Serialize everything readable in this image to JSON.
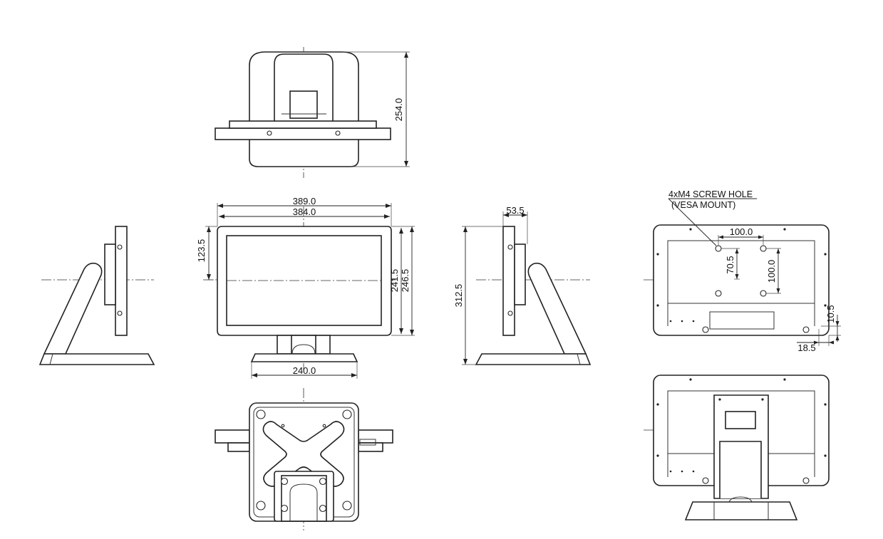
{
  "drawing": {
    "dimensions": {
      "top_view_depth": "254.0",
      "overall_width": "389.0",
      "screen_width": "384.0",
      "center_height": "123.5",
      "screen_height": "241.5",
      "overall_height": "246.5",
      "stand_width": "240.0",
      "side_depth": "53.5",
      "total_height": "312.5",
      "vesa_horizontal": "100.0",
      "vesa_vertical_inner": "70.5",
      "vesa_vertical": "100.0",
      "edge_offset_vertical": "10.5",
      "edge_offset_horizontal": "18.5"
    },
    "notes": {
      "screw_hole_line1": "4xM4 SCREW HOLE",
      "screw_hole_line2": "(VESA MOUNT)"
    },
    "colors": {
      "line": "#222222",
      "background": "#ffffff"
    }
  }
}
